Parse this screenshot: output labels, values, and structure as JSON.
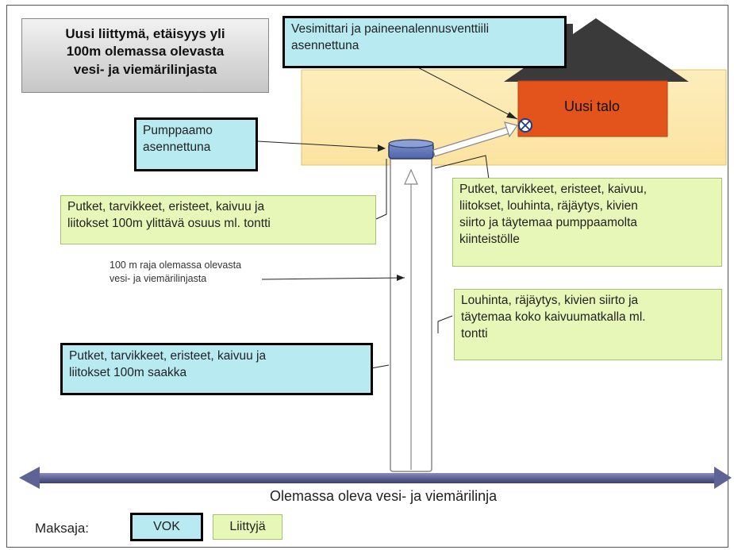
{
  "title": "Uusi liittymä, etäisyys yli\n100m olemassa olevasta\nvesi- ja viemärilinjasta",
  "house_label": "Uusi talo",
  "labels": {
    "meter_valve": "Vesimittari ja paineenalennusventtiili\nasennettuna",
    "pump_station": "Pumppaamo\nasennettuna",
    "over_100m": "Putket, tarvikkeet, eristeet, kaivuu ja\nliitokset 100m ylittävä osuus ml. tontti",
    "pump_to_property": "Putket, tarvikkeet, eristeet, kaivuu,\nliitokset, louhinta, räjäytys, kivien\nsiirto ja täytemaa pumppaamolta\nkiinteistölle",
    "limit_100m": "100 m raja olemassa olevasta\nvesi- ja viemärilinjasta",
    "excavation": "Louhinta, räjäytys, kivien siirto ja\ntäytemaa koko kaivuumatkalla ml.\ntontti",
    "up_to_100m": "Putket, tarvikkeet, eristeet, kaivuu ja\nliitokset 100m saakka"
  },
  "main_line_label": "Olemassa oleva vesi- ja viemärilinja",
  "legend": {
    "payer_label": "Maksaja:",
    "vok": "VOK",
    "connector": "Liittyjä"
  },
  "colors": {
    "vok_fill": "#b8eaf2",
    "connector_fill": "#e6f7b8",
    "house_roof": "#3a3a3a",
    "house_wall": "#e2541c",
    "plot": "#fce7a6",
    "main_line": "#5e6294"
  }
}
